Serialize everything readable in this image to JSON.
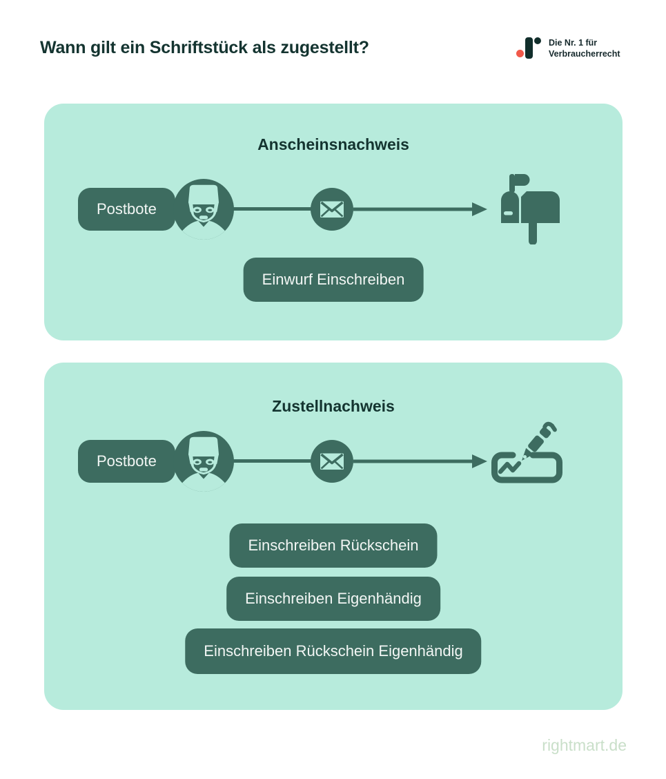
{
  "title": "Wann gilt ein Schriftstück als zugestellt?",
  "logo": {
    "mark": "rightmart-logo-mark",
    "tagline_line1": "Die Nr. 1 für",
    "tagline_line2": "Verbraucherrecht"
  },
  "panels": [
    {
      "heading": "Anscheinsnachweis",
      "actor_label": "Postbote",
      "icons": {
        "actor": "postman-avatar-icon",
        "mail": "envelope-icon",
        "destination": "mailbox-icon"
      },
      "methods": [
        "Einwurf Einschreiben"
      ]
    },
    {
      "heading": "Zustellnachweis",
      "actor_label": "Postbote",
      "icons": {
        "actor": "postman-avatar-icon",
        "mail": "envelope-icon",
        "destination": "signature-icon"
      },
      "methods": [
        "Einschreiben Rückschein",
        "Einschreiben Eigenhändig",
        "Einschreiben Rückschein Eigenhändig"
      ]
    }
  ],
  "footer": {
    "website": "rightmart.de"
  },
  "colors": {
    "dark_teal": "#3d6c60",
    "heading_text": "#143430",
    "panel_background": "#b7ebdc",
    "pill_text": "#f2f6f4",
    "logo_red": "#f1594a",
    "logo_dark": "#112e2b",
    "footer_text": "#c9dfc9",
    "page_background": "#ffffff"
  }
}
